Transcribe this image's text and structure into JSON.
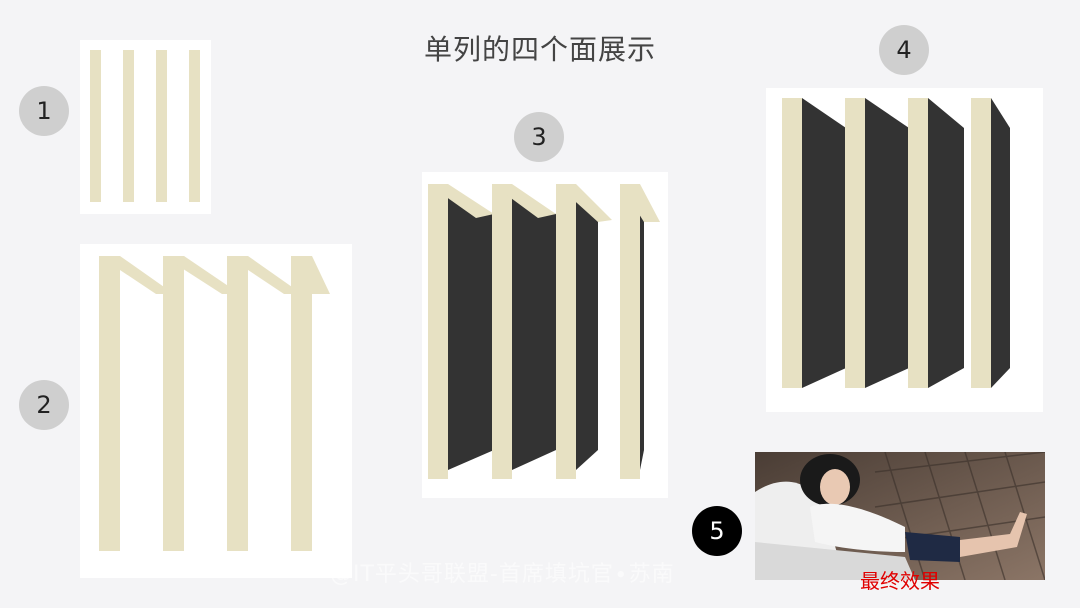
{
  "title": "单列的四个面展示",
  "steps": [
    {
      "label": "1"
    },
    {
      "label": "2"
    },
    {
      "label": "3"
    },
    {
      "label": "4"
    },
    {
      "label": "5"
    }
  ],
  "caption": "最终效果",
  "watermark": "@IT平头哥联盟-首席填坑官∙苏南",
  "colors": {
    "strip": "#e7e1c3",
    "face_dark": "#333333",
    "panel": "#ffffff",
    "background": "#f4f4f6",
    "badge": "#cfcfcf",
    "caption": "#e00000"
  }
}
